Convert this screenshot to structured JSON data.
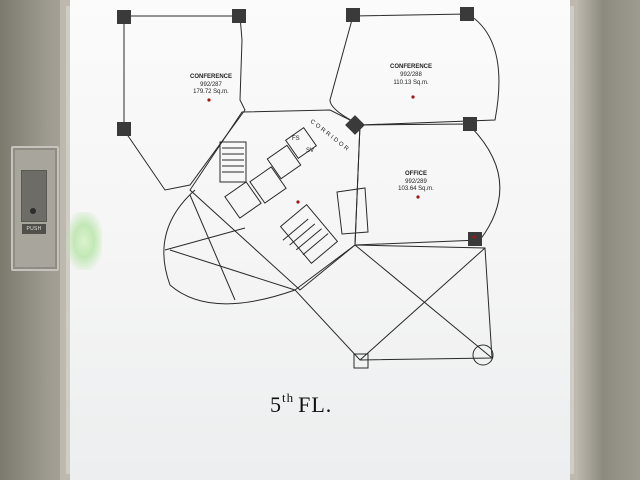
{
  "switch": {
    "label": "PUSH"
  },
  "rooms": [
    {
      "name": "CONFERENCE",
      "code": "992/287",
      "area": "179.72 Sq.m."
    },
    {
      "name": "CONFERENCE",
      "code": "992/288",
      "area": "110.13 Sq.m."
    },
    {
      "name": "OFFICE",
      "code": "992/289",
      "area": "103.64 Sq.m."
    }
  ],
  "plan_labels": {
    "corridor": "CORRIDOR",
    "fs": "FS",
    "sv": "SV"
  },
  "floor": {
    "number": "5",
    "suffix": "th",
    "label": "FL."
  }
}
